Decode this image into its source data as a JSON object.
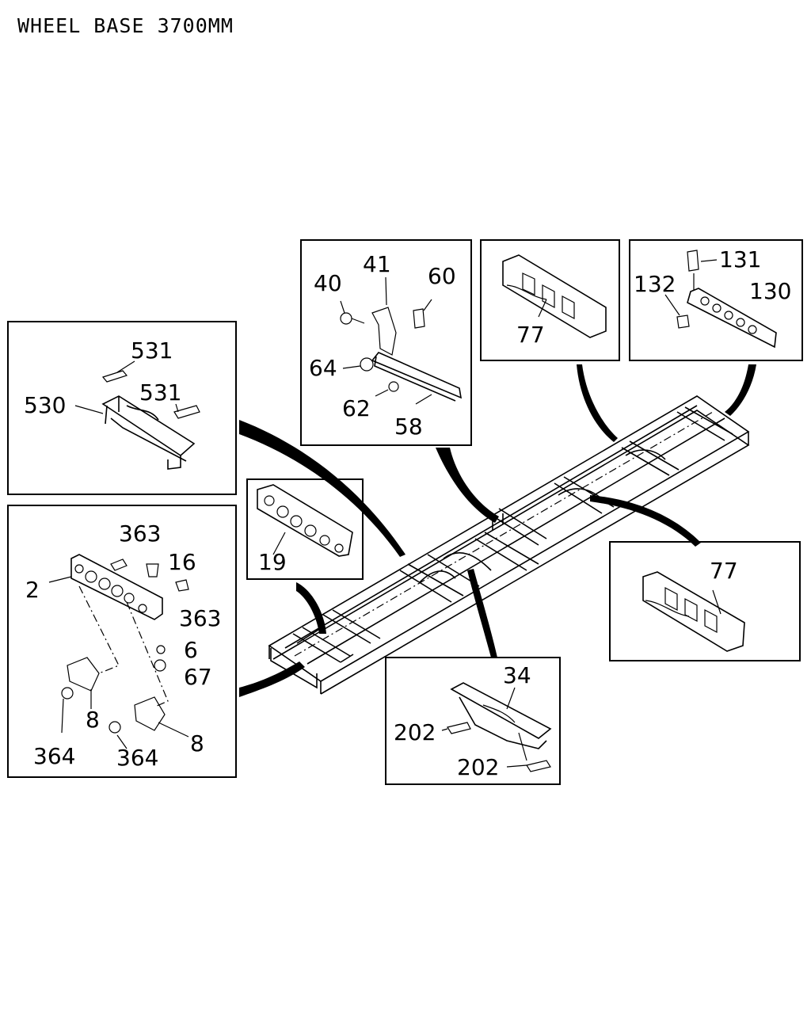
{
  "title": "WHEEL BASE 3700MM",
  "callouts": {
    "box_531_530": [
      "531",
      "531",
      "530"
    ],
    "box_2": [
      "363",
      "16",
      "2",
      "363",
      "6",
      "67",
      "8",
      "364",
      "364",
      "8"
    ],
    "box_19": [
      "19"
    ],
    "box_41": [
      "41",
      "40",
      "60",
      "64",
      "62",
      "58"
    ],
    "box_77_top": [
      "77"
    ],
    "box_130": [
      "131",
      "132",
      "130"
    ],
    "box_77_right": [
      "77"
    ],
    "box_34": [
      "34",
      "202",
      "202"
    ]
  }
}
